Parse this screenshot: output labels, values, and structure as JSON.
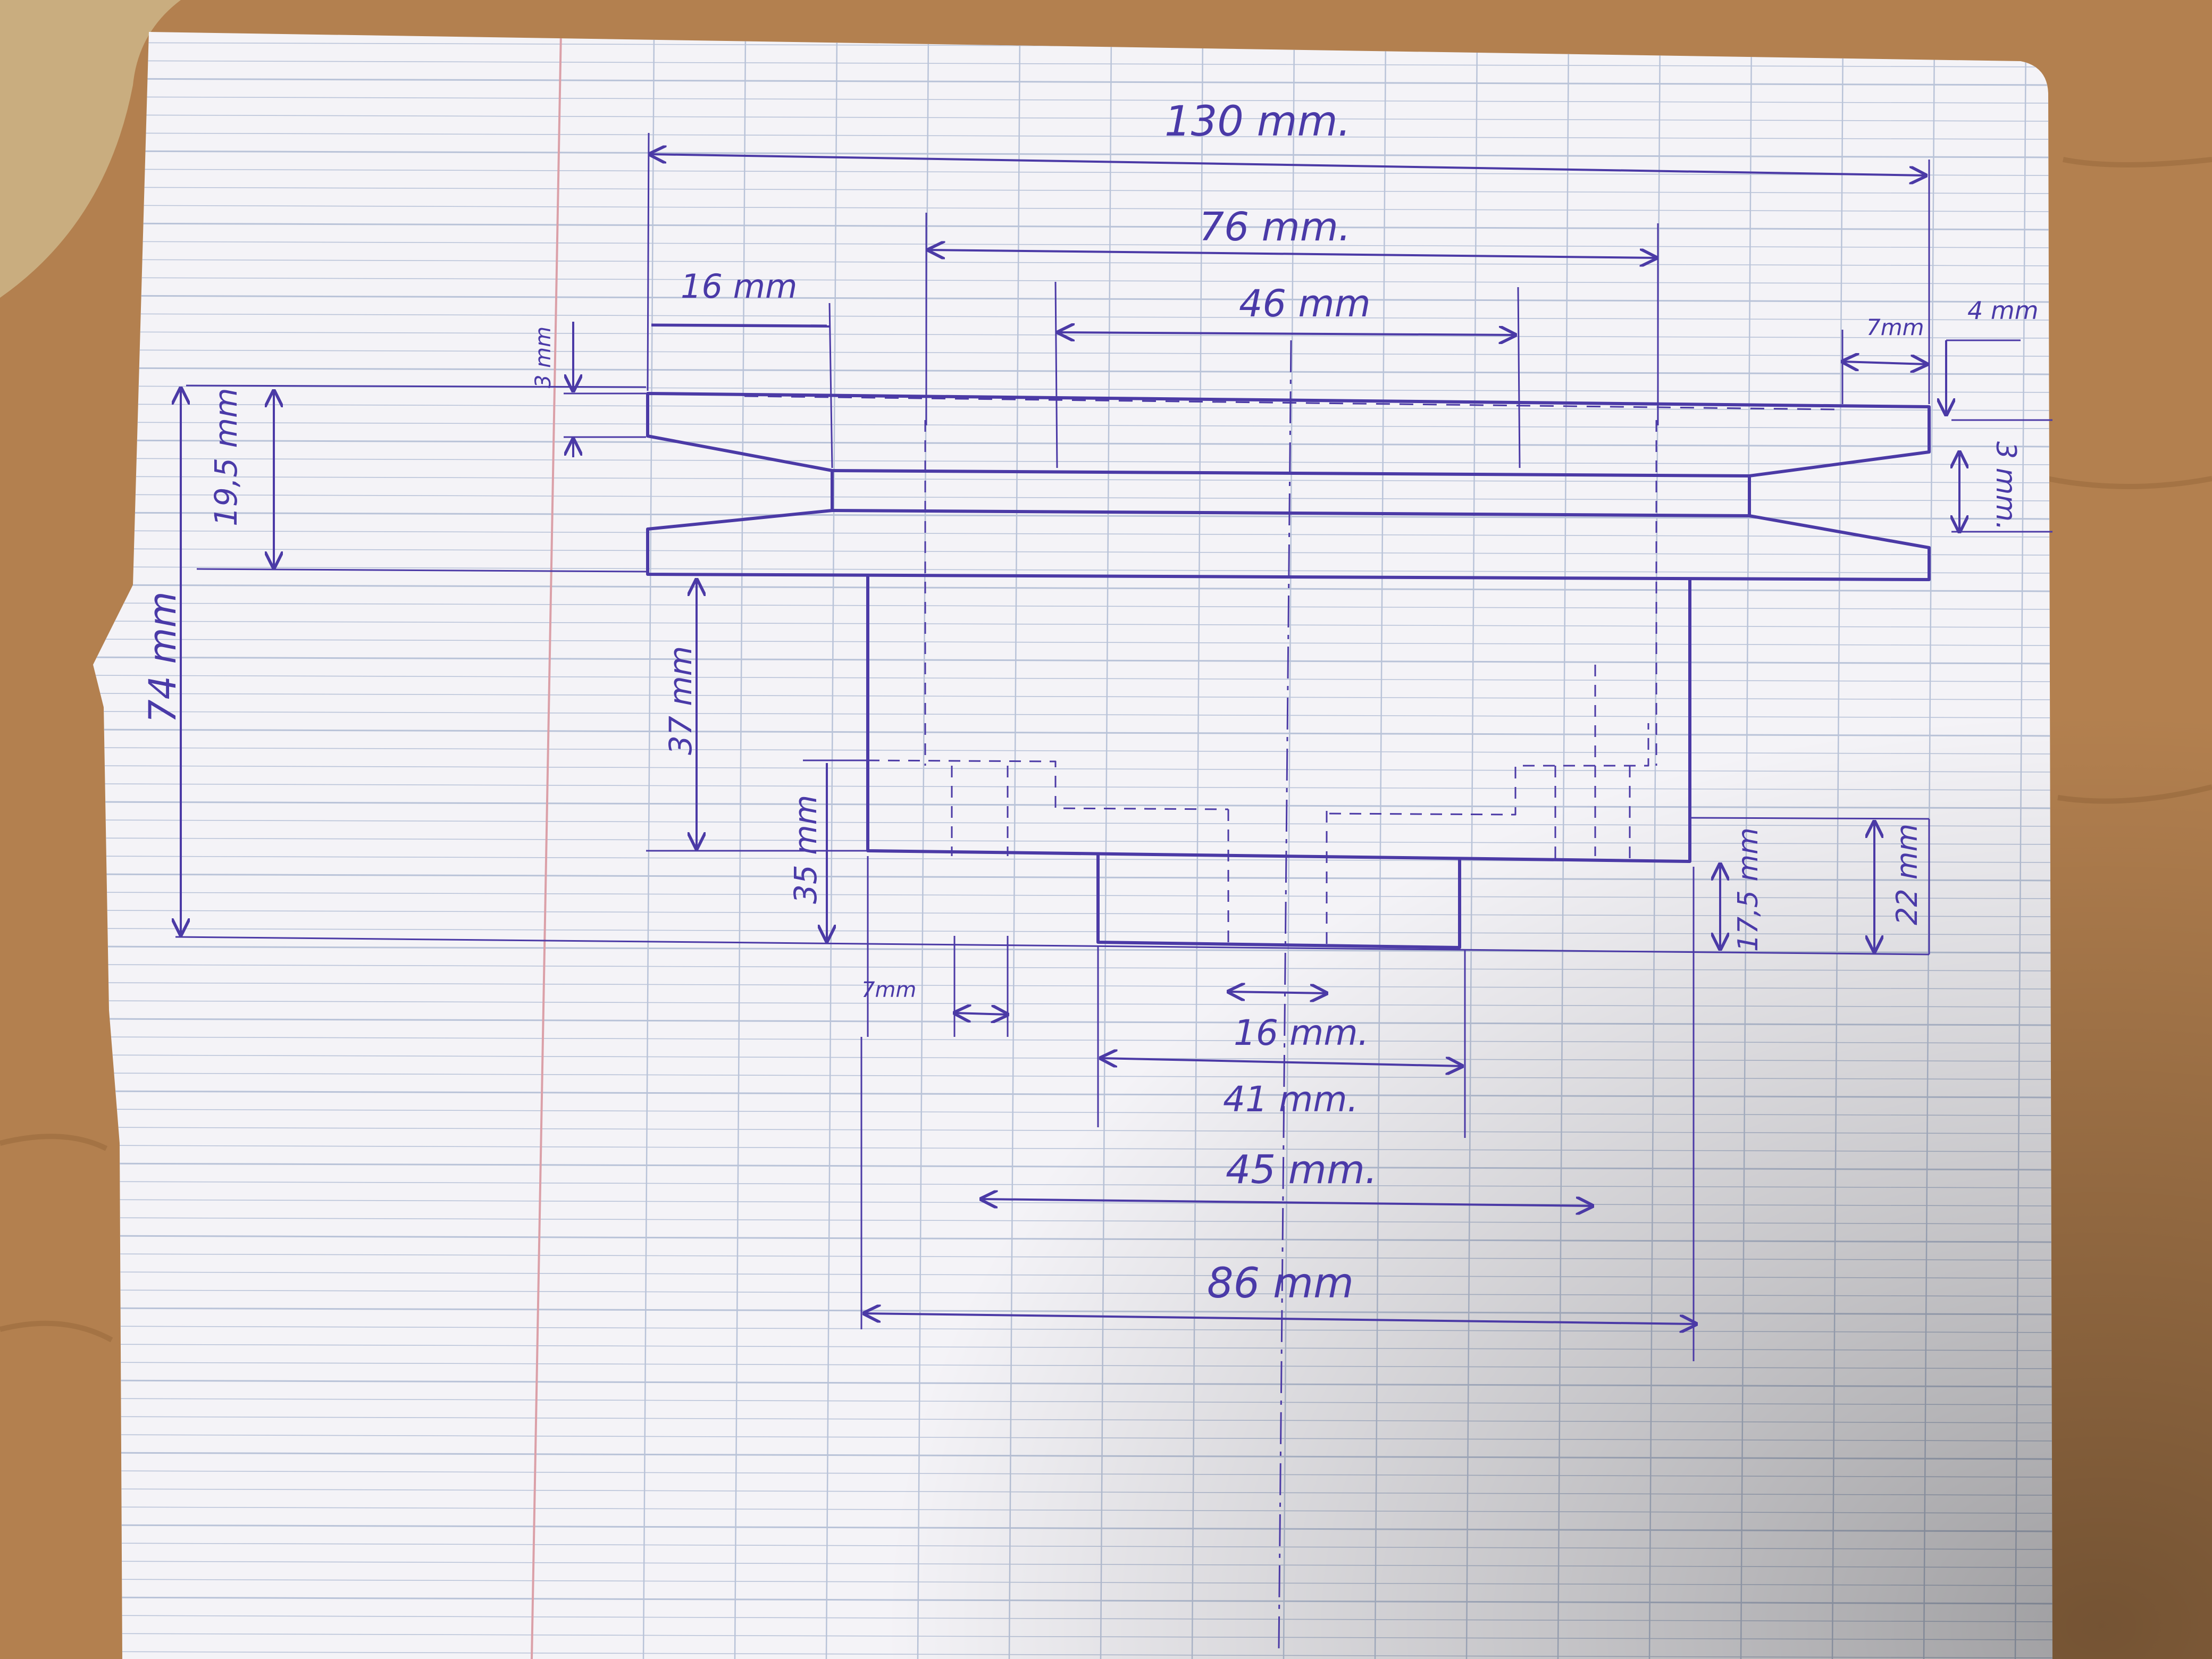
{
  "colors": {
    "ink": "#4b3aa6",
    "paper": "#f4f3f6",
    "ruling": "#b9c3d8",
    "margin_line": "#dba0a8",
    "wood": "#b07e4e"
  },
  "dimensions": {
    "overall_width": "130 mm.",
    "groove_width": "76 mm.",
    "groove_bottom": "46 mm",
    "flange_left": "16 mm",
    "flange_right": "7mm",
    "right_edge": "4 mm",
    "top_bevel": "3 mm",
    "right_gap": "3 mm.",
    "pulley_height": "19,5 mm",
    "total_height": "74 mm",
    "hub_height": "37 mm",
    "bore_depth": "35 mm",
    "hole_width": "7mm",
    "bore_small": "16 mm.",
    "bottom_boss": "41 mm.",
    "hole_spacing": "45 mm.",
    "hub_width": "86 mm",
    "boss_height": "17,5 mm",
    "bottom_total": "22 mm"
  }
}
